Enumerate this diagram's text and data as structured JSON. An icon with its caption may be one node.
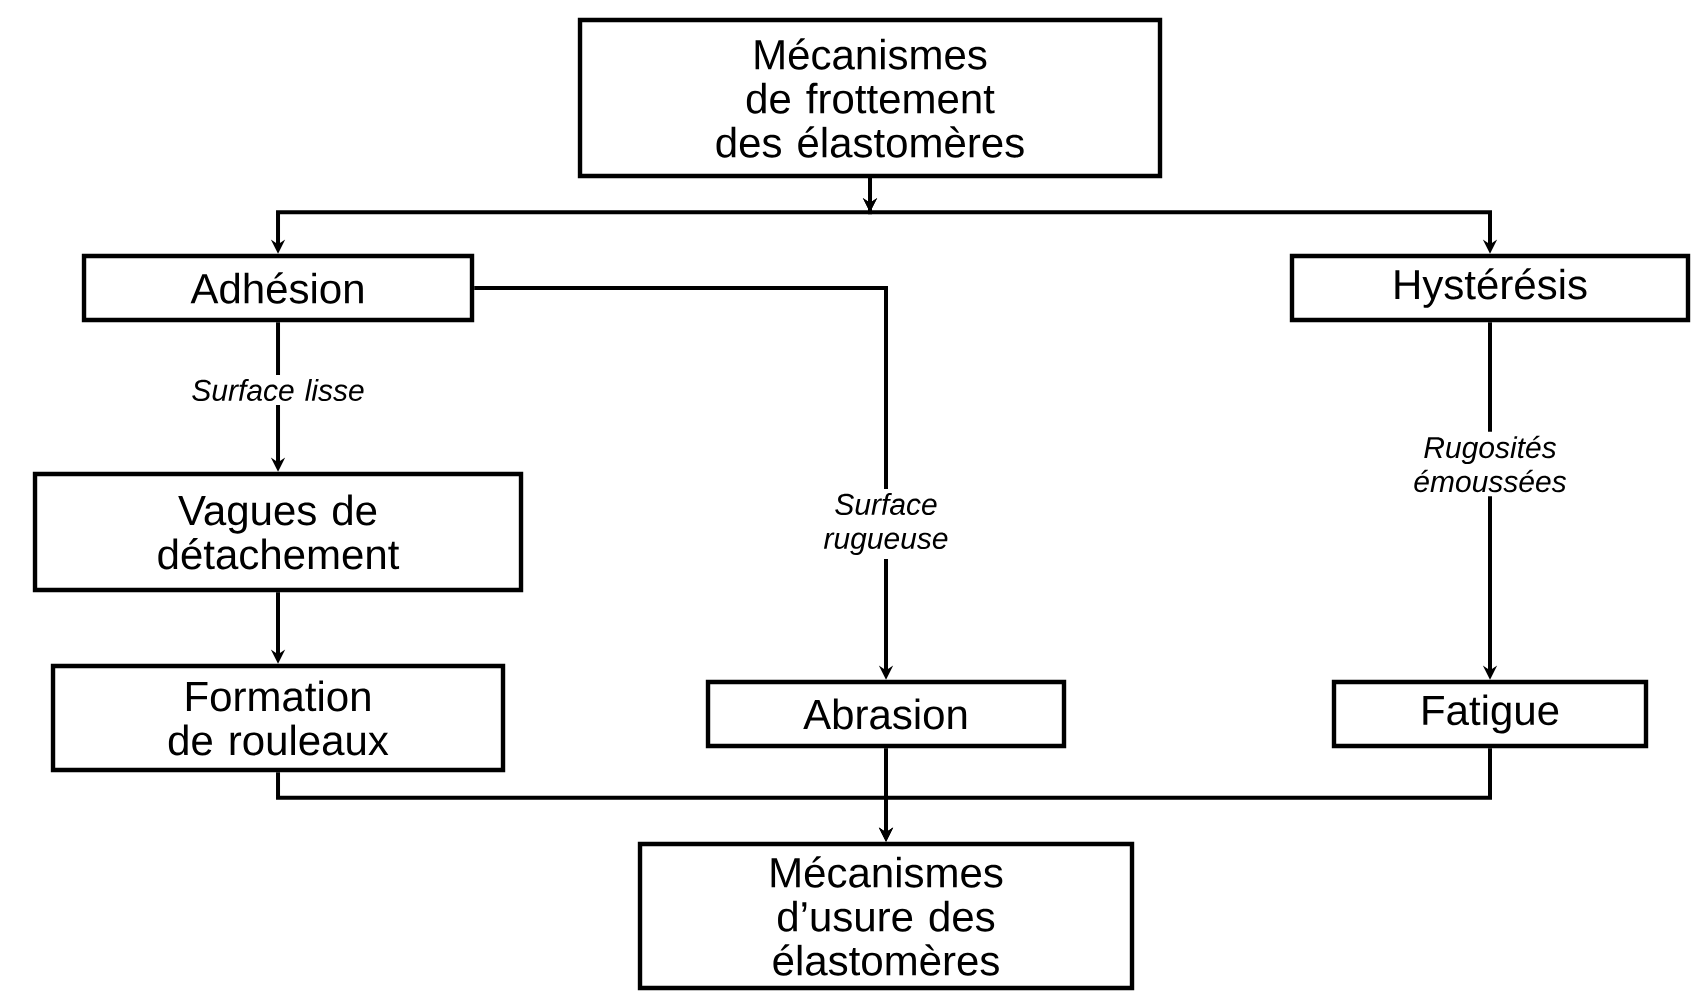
{
  "diagram": {
    "nodes": [
      {
        "text": [
          "Mécanismes de frottement des élastomères"
        ]
      },
      {
        "text": [
          "Adhésion"
        ]
      },
      {
        "text": [
          "Hystérésis"
        ]
      },
      {
        "text": [
          "Vagues de détachement"
        ]
      },
      {
        "text": [
          "Formation de rouleaux"
        ]
      },
      {
        "text": [
          "Abrasion"
        ]
      },
      {
        "text": [
          "Fatigue"
        ]
      },
      {
        "text": [
          "Mécanismes d’usure des élastomères"
        ]
      }
    ],
    "edges": [
      {
        "from": 0,
        "to": 1,
        "arrow": "to"
      },
      {
        "from": 0,
        "to": 2,
        "arrow": "to"
      },
      {
        "from": 1,
        "to": 3,
        "arrow": "to",
        "label": "Surface lisse"
      },
      {
        "from": 1,
        "to": 5,
        "arrow": "to",
        "label": "Surface rugueuse"
      },
      {
        "from": 2,
        "to": 6,
        "arrow": "to",
        "label": "Rugosités émoussées"
      },
      {
        "from": 3,
        "to": 4,
        "arrow": "to"
      },
      {
        "from": 4,
        "to": 7,
        "arrow": "to"
      },
      {
        "from": 5,
        "to": 7,
        "arrow": "to"
      },
      {
        "from": 6,
        "to": 7,
        "arrow": "to"
      }
    ]
  }
}
